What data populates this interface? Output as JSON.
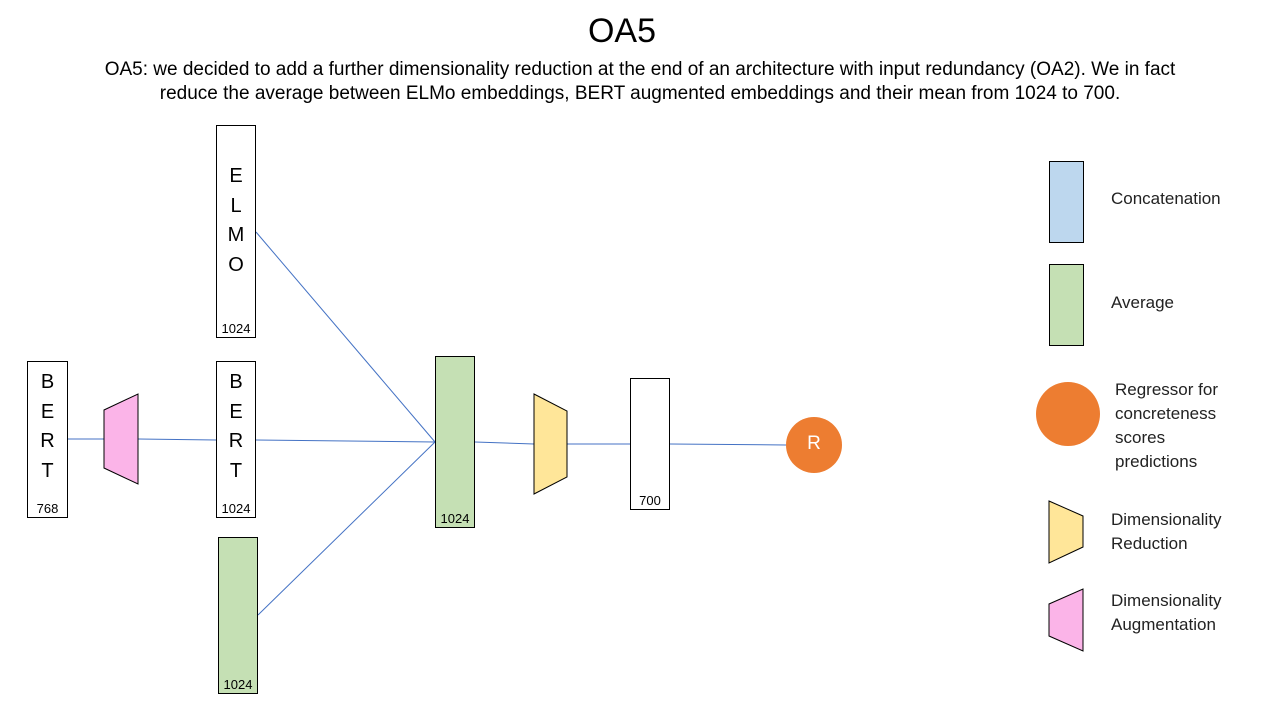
{
  "title": "OA5",
  "description_line1": "OA5: we decided to add a further dimensionality reduction at the end of an architecture with input redundancy (OA2). We in fact",
  "description_line2": "reduce the average between ELMo embeddings, BERT augmented embeddings and their mean from 1024 to 700.",
  "blocks": {
    "bert_input": {
      "letters": [
        "B",
        "E",
        "R",
        "T"
      ],
      "dim": "768"
    },
    "elmo": {
      "letters": [
        "E",
        "L",
        "M",
        "O"
      ],
      "dim": "1024"
    },
    "bert_augmented": {
      "letters": [
        "B",
        "E",
        "R",
        "T"
      ],
      "dim": "1024"
    },
    "mean_block": {
      "dim": "1024"
    },
    "average_block": {
      "dim": "1024"
    },
    "reduced_block": {
      "dim": "700"
    },
    "regressor": {
      "label": "R"
    }
  },
  "legend": {
    "concatenation": "Concatenation",
    "average": "Average",
    "regressor_line1": "Regressor for",
    "regressor_line2": "concreteness",
    "regressor_line3": "scores",
    "regressor_line4": "predictions",
    "reduction_line1": "Dimensionality",
    "reduction_line2": "Reduction",
    "augmentation_line1": "Dimensionality",
    "augmentation_line2": "Augmentation"
  },
  "colors": {
    "concatenation": "#bdd7ee",
    "average": "#c5e0b4",
    "regressor": "#ed7d31",
    "reduction": "#ffe699",
    "augmentation": "#fbb4e8",
    "connector": "#4472c4"
  }
}
